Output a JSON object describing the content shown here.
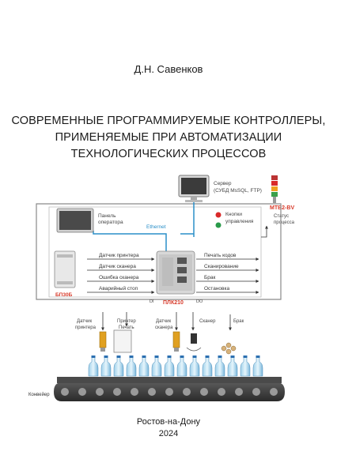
{
  "cover": {
    "author": "Д.Н. Савенков",
    "title_lines": [
      "СОВРЕМЕННЫЕ ПРОГРАММИРУЕМЫЕ КОНТРОЛЛЕРЫ,",
      "ПРИМЕНЯЕМЫЕ ПРИ АВТОМАТИЗАЦИИ",
      "ТЕХНОЛОГИЧЕСКИХ ПРОЦЕССОВ"
    ],
    "city": "Ростов-на-Дону",
    "year": "2024"
  },
  "diagram": {
    "server_label_1": "Сервер",
    "server_label_2": "(СУБД MsSQL, FTP)",
    "mtb_label": "MTB2-BV",
    "status_label_1": "Статус",
    "status_label_2": "процесса",
    "panel_label_1": "Панель",
    "panel_label_2": "оператора",
    "ethernet_label": "Ethernet",
    "buttons_label_1": "Кнопки",
    "buttons_label_2": "управления",
    "inputs": [
      "Датчик принтера",
      "Датчик сканера",
      "Ошибка сканера",
      "Аварийный стоп"
    ],
    "outputs": [
      "Печать кодов",
      "Сканирование",
      "Брак",
      "Остановка"
    ],
    "bp_label": "БП30Б",
    "plc_label": "ПЛК210",
    "di_label": "DI",
    "do_label": "DO",
    "sensor_printer_1": "Датчик",
    "sensor_printer_2": "принтера",
    "printer_1": "Принтер",
    "printer_2": "Печать",
    "sensor_scanner_1": "Датчик",
    "sensor_scanner_2": "сканера",
    "scanner_label": "Сканер",
    "reject_label": "Брак",
    "conveyor_label": "Конвейер"
  },
  "colors": {
    "accent_blue": "#2a8fc8",
    "plc_red": "#d83a2a",
    "frame_gray": "#8a8a8a"
  }
}
